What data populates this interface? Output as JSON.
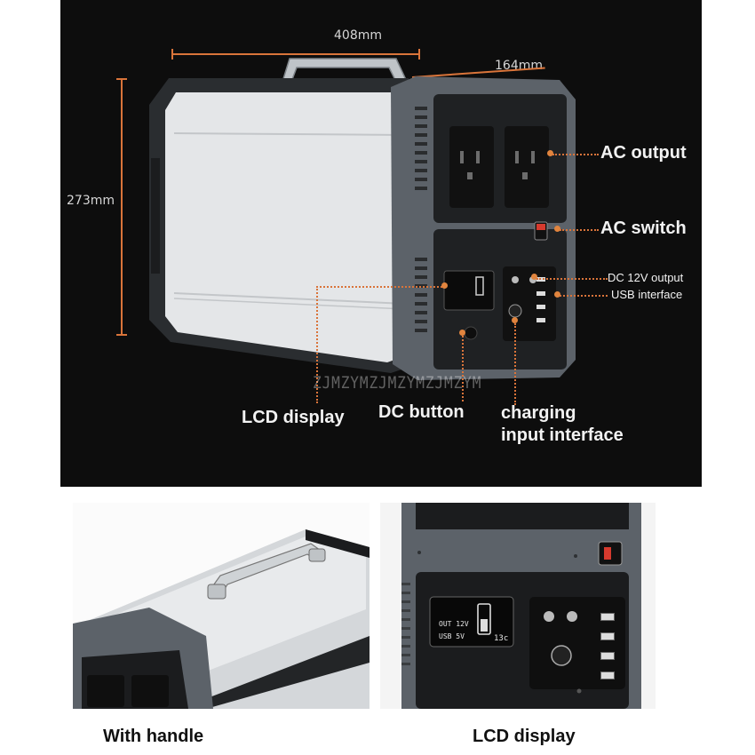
{
  "dimensions": {
    "width": "408mm",
    "depth": "164mm",
    "height": "273mm"
  },
  "callouts": {
    "ac_output": "AC output",
    "ac_switch": "AC switch",
    "dc_output": "DC 12V output",
    "usb_interface": "USB interface",
    "lcd_display": "LCD display",
    "dc_button": "DC button",
    "charging_line1": "charging",
    "charging_line2": "input interface"
  },
  "watermark": "ZJMZYMZJMZYMZJMZYM",
  "lcd": {
    "out_label": "OUT 12V",
    "usb_label": "USB 5V",
    "temp": "13c"
  },
  "captions": {
    "left": "With handle",
    "right": "LCD display"
  },
  "colors": {
    "accent": "#d9743a",
    "background_dark": "#0d0d0d",
    "housing_grey": "#5c6269"
  }
}
